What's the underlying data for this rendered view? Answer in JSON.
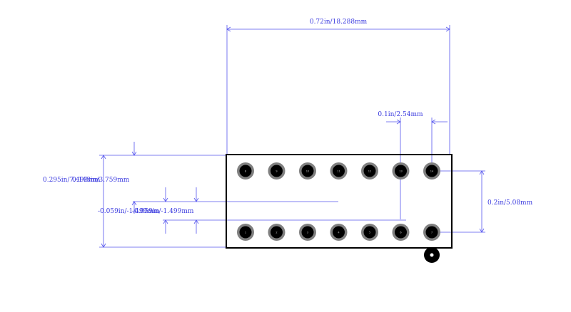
{
  "dimensions": {
    "width_top": "0.72in/18.288mm",
    "pitch": "0.1in/2.54mm",
    "height_left": "0.295in/7.493mm",
    "height_left_overlap": "0.148in/3.759mm",
    "row_spacing": "0.2in/5.08mm",
    "offset_left_a": "-0.059in/-1.499mm",
    "offset_left_b": "-0.059in/-1.499mm"
  },
  "pins": {
    "top_row": [
      "8",
      "9",
      "10",
      "11",
      "12",
      "13",
      "14"
    ],
    "bottom_row": [
      "1",
      "2",
      "3",
      "4",
      "5",
      "6",
      "7"
    ]
  },
  "colors": {
    "dimension": "#5555ee",
    "outline": "#000000",
    "pad_ring": "#808080",
    "pad_hole": "#000000",
    "pin1_marker": "#000000"
  }
}
